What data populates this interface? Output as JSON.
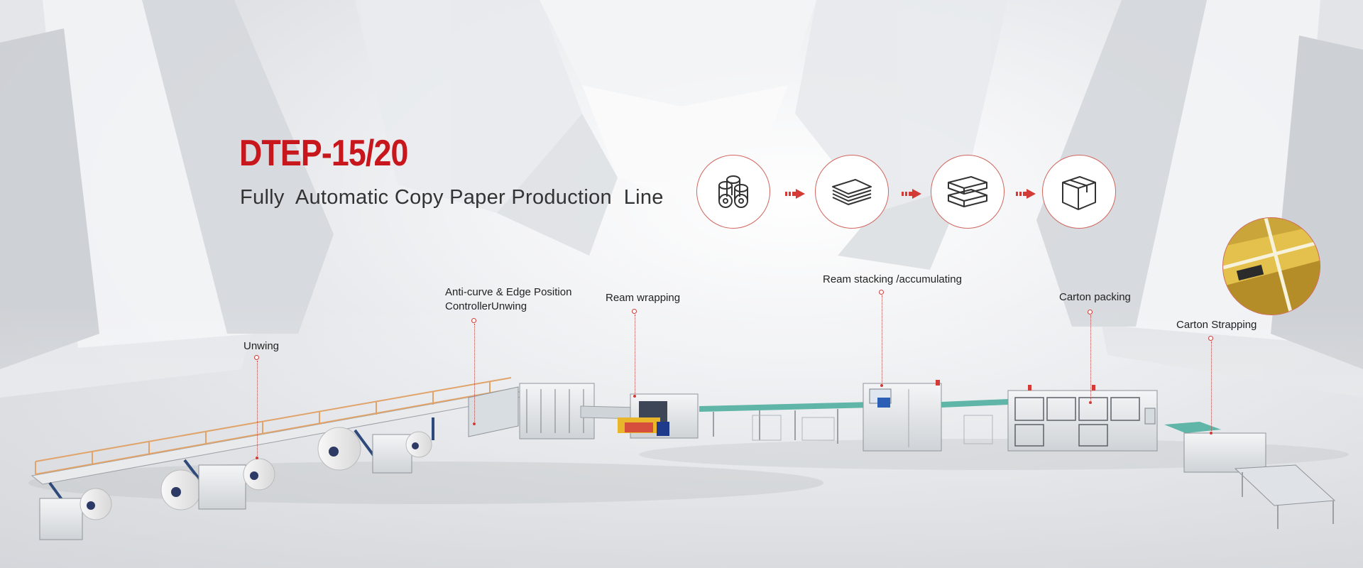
{
  "hero": {
    "model": "DTEP-15/20",
    "tagline": "Fully  Automatic Copy Paper Production  Line"
  },
  "process_steps": [
    {
      "icon": "paper-rolls-icon"
    },
    {
      "icon": "paper-sheets-icon"
    },
    {
      "icon": "paper-reams-icon"
    },
    {
      "icon": "carton-box-icon"
    }
  ],
  "callouts": {
    "unwing": "Unwing",
    "anti_curve_line1": "Anti-curve & Edge Position",
    "anti_curve_line2": "ControllerUnwing",
    "ream_wrapping": "Ream wrapping",
    "ream_stacking": "Ream stacking /accumulating",
    "carton_packing": "Carton packing",
    "carton_strapping": "Carton Strapping"
  },
  "colors": {
    "accent": "#c8161d",
    "circle_border": "#d0665e",
    "guardrail": "#e0a36a",
    "conveyor": "#5fb5a7"
  }
}
